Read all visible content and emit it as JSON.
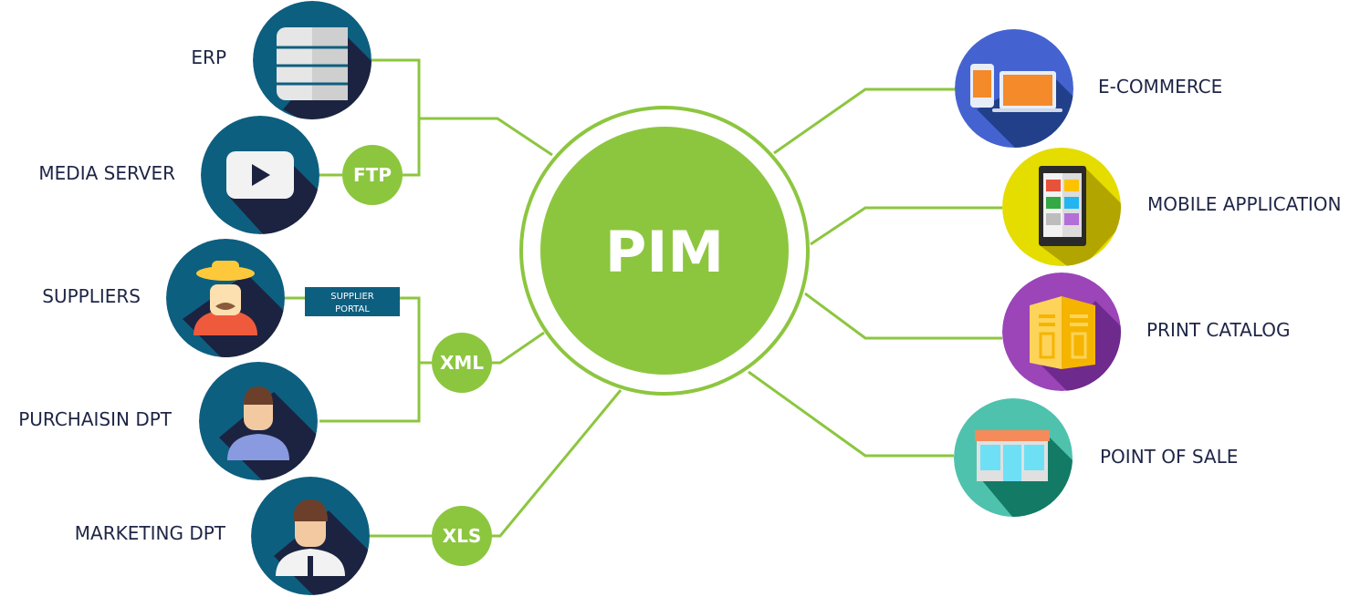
{
  "center": {
    "label": "PIM"
  },
  "colors": {
    "green": "#8cc63f",
    "source_circle": "#0d5f80",
    "shadow": "#1c2340",
    "text": "#1e2546",
    "ecommerce": "#4563d0",
    "mobile": "#e5dc00",
    "print": "#9b45b9",
    "pos": "#4fc2ad"
  },
  "sources": [
    {
      "label": "ERP",
      "icon": "database-icon"
    },
    {
      "label": "MEDIA SERVER",
      "icon": "video-play-icon"
    },
    {
      "label": "SUPPLIERS",
      "icon": "farmer-icon"
    },
    {
      "label": "PURCHAISIN DPT",
      "icon": "person-icon"
    },
    {
      "label": "MARKETING DPT",
      "icon": "businessman-icon"
    }
  ],
  "connectors": {
    "ftp": "FTP",
    "xml": "XML",
    "xls": "XLS",
    "portal_line1": "SUPPLIER",
    "portal_line2": "PORTAL"
  },
  "channels": [
    {
      "label": "E-COMMERCE",
      "icon": "devices-cart-icon"
    },
    {
      "label": "MOBILE APPLICATION",
      "icon": "tablet-icon"
    },
    {
      "label": "PRINT CATALOG",
      "icon": "brochure-icon"
    },
    {
      "label": "POINT OF SALE",
      "icon": "storefront-icon"
    }
  ]
}
